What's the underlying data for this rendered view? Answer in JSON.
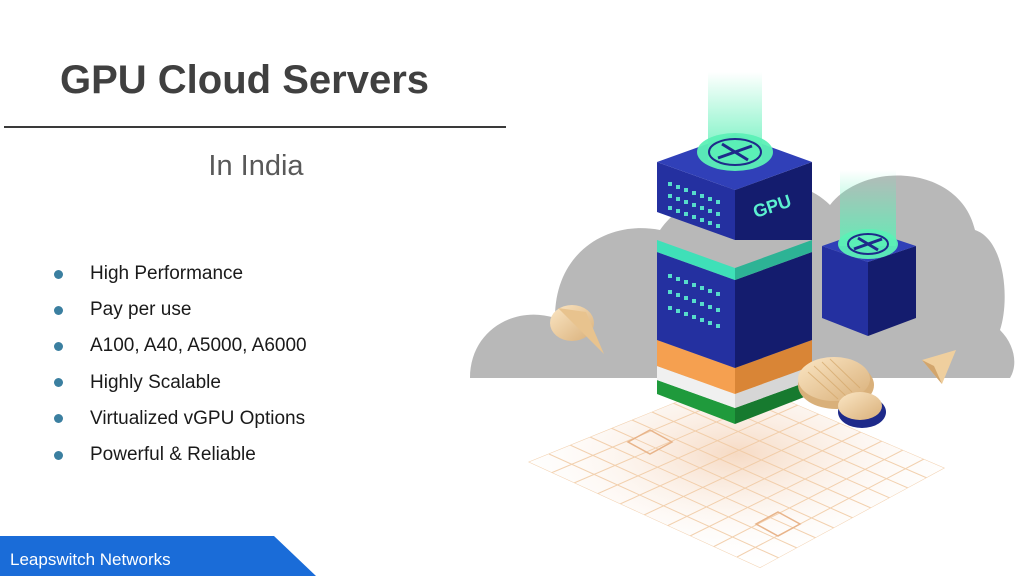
{
  "slide": {
    "title": "GPU Cloud Servers",
    "subtitle": "In India",
    "bullets": [
      "High Performance",
      "Pay per use",
      "A100, A40, A5000, A6000",
      "Highly Scalable",
      "Virtualized vGPU Options",
      "Powerful & Reliable"
    ],
    "footer": "Leapswitch Networks"
  },
  "illustration": {
    "server_label": "GPU",
    "icons": [
      "cloud",
      "gpu-server-tower",
      "gpu-server-small",
      "fan-icon",
      "floor-grid",
      "cone-shape",
      "coin-disc"
    ],
    "colors": {
      "server_blue": "#1e2a8a",
      "glow": "#5cf0b6",
      "saffron": "#f5a050",
      "green": "#1f9a3c",
      "cloud": "#b8b8b8",
      "footer_blue": "#1a6cd8",
      "bullet": "#3b7fa0"
    }
  }
}
